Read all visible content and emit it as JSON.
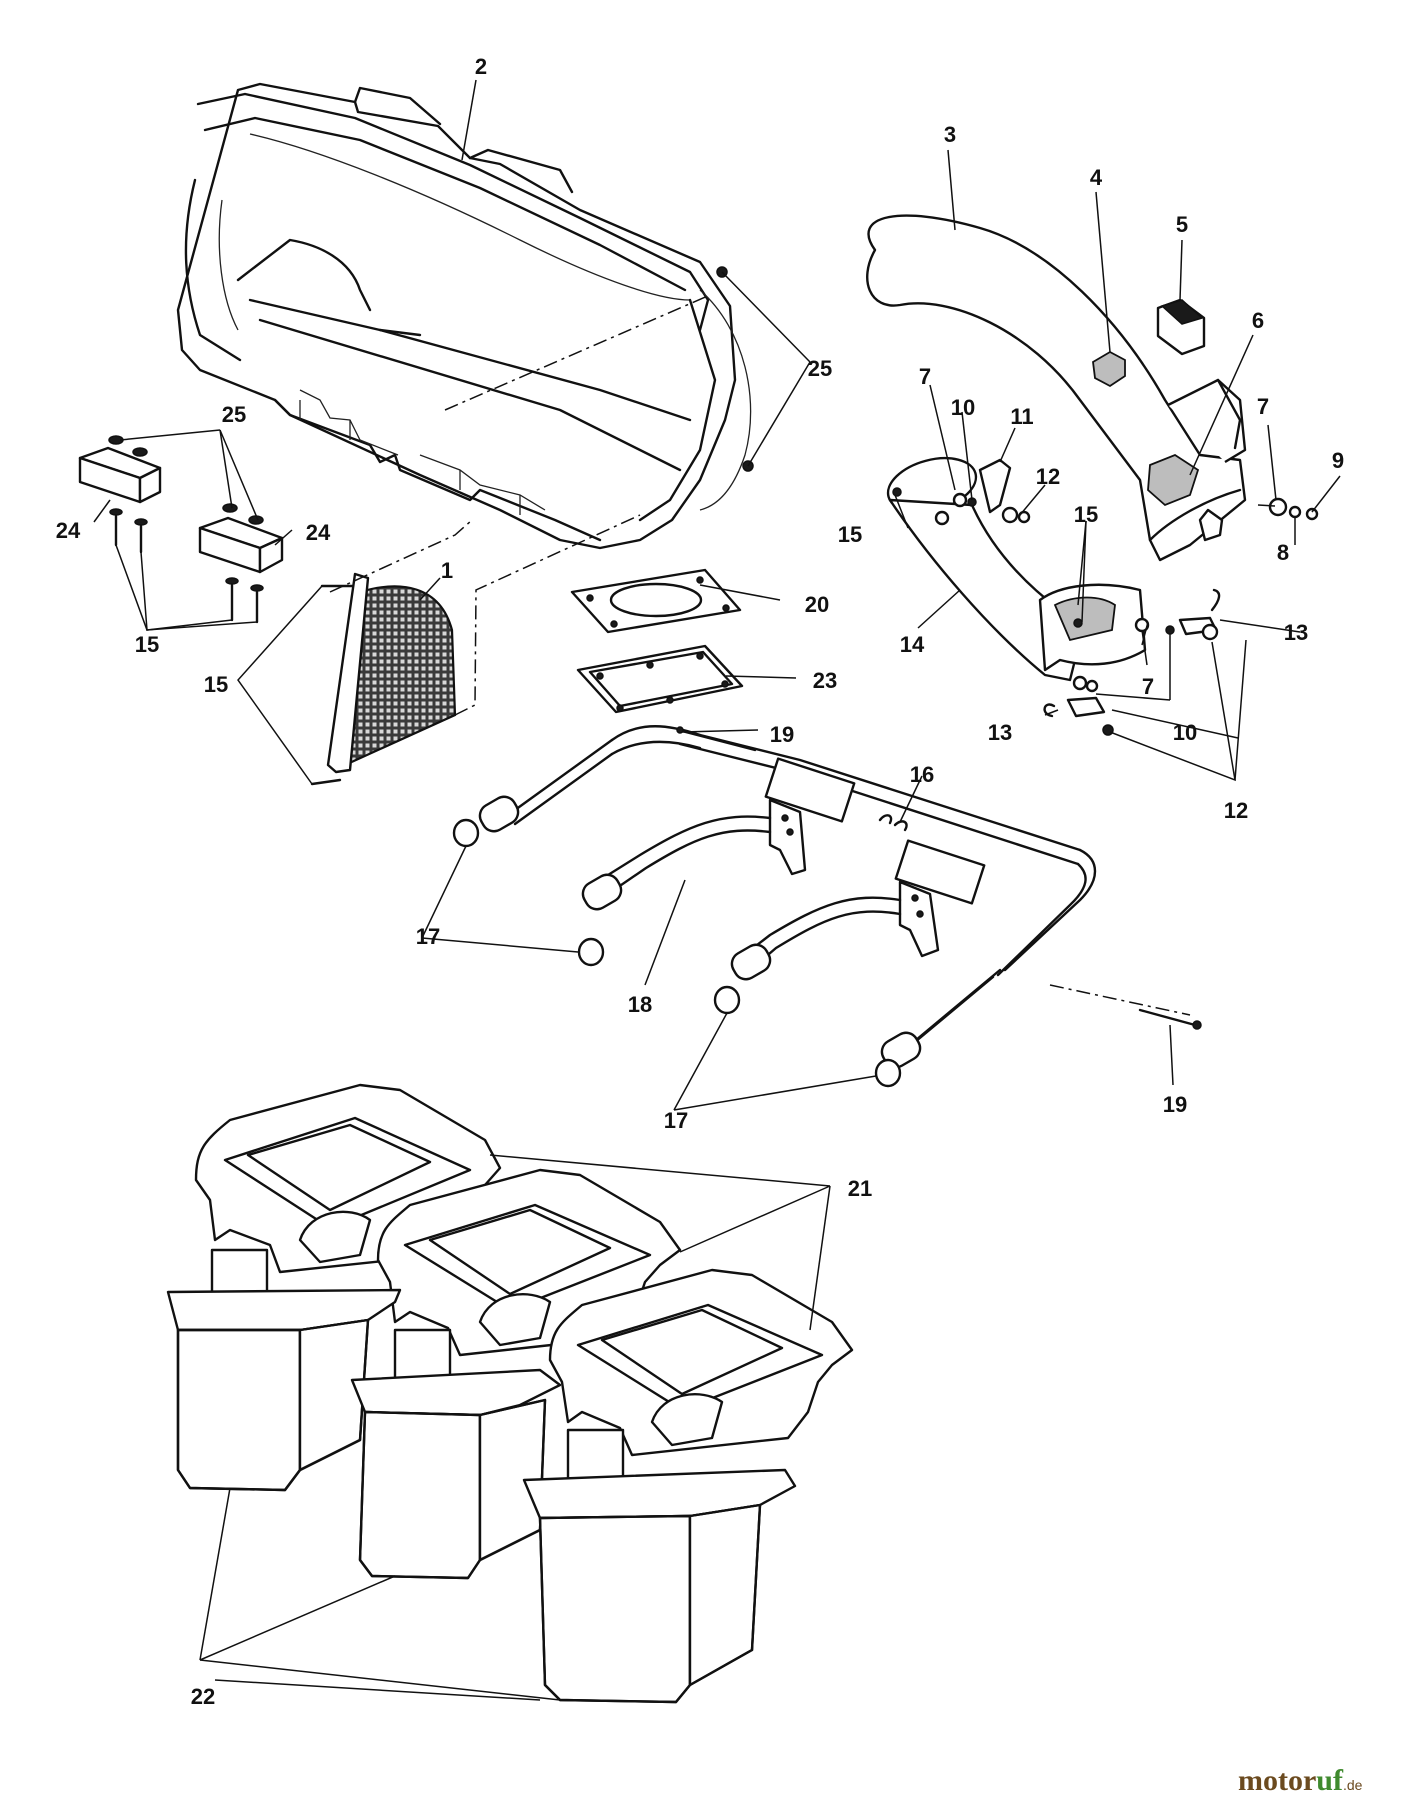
{
  "diagram": {
    "part_numbers": {
      "p1": "1",
      "p2": "2",
      "p3": "3",
      "p4": "4",
      "p5": "5",
      "p6": "6",
      "p7": "7",
      "p8": "8",
      "p9": "9",
      "p10": "10",
      "p11": "11",
      "p12": "12",
      "p13": "13",
      "p14": "14",
      "p15": "15",
      "p16": "16",
      "p17": "17",
      "p18": "18",
      "p19": "19",
      "p20": "20",
      "p21": "21",
      "p22": "22",
      "p23": "23",
      "p24": "24",
      "p25": "25"
    }
  },
  "watermark": {
    "brand_part1": "motor",
    "brand_part2": "uf",
    "suffix": ".de",
    "colors": {
      "brown": "#6b4a1f",
      "green": "#3f8a2e"
    }
  }
}
